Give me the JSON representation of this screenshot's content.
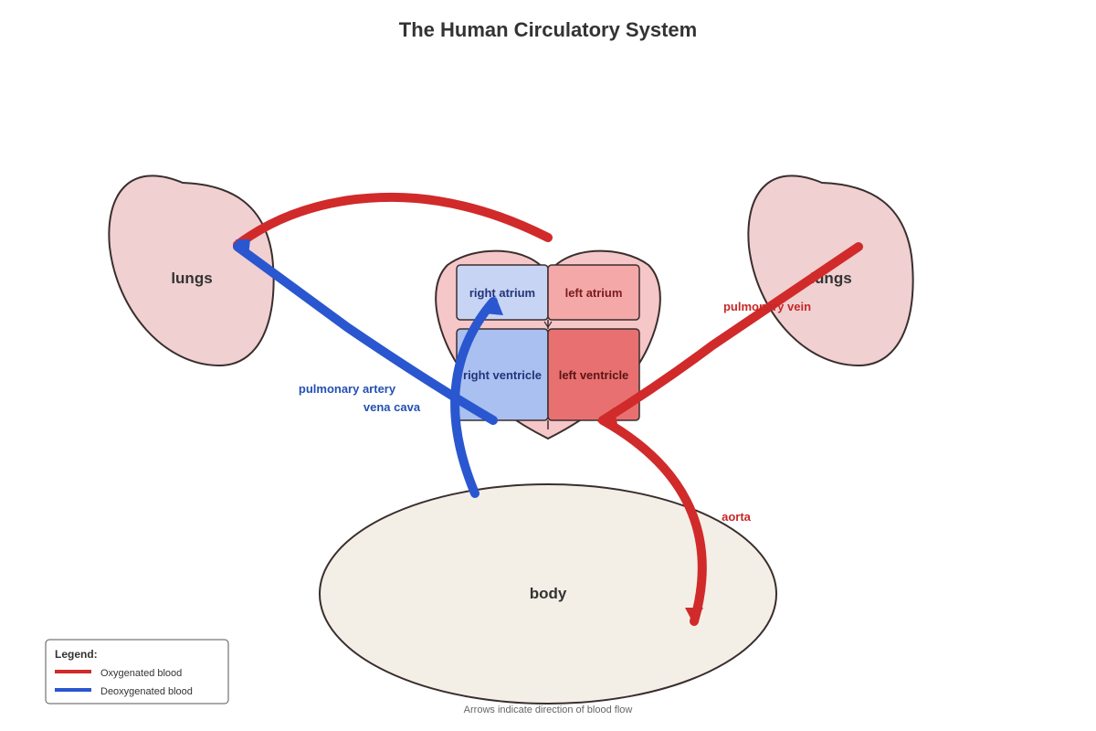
{
  "title": "The Human Circulatory System",
  "colors": {
    "oxygenated": "#d12a2a",
    "deoxygenated": "#2a57cf",
    "oxygenated_text": "#c62828",
    "deoxygenated_text": "#2450b3",
    "lung_fill": "#f0d0d1",
    "heart_fill": "#f6c7c8",
    "right_atrium_fill": "#c8d4f4",
    "left_atrium_fill": "#f4a8a8",
    "right_ventricle_fill": "#a9c0f0",
    "left_ventricle_fill": "#e87070",
    "body_fill": "#f4efe6",
    "outline": "#3a2e2e"
  },
  "organs": {
    "left_lung": "lungs",
    "right_lung": "lungs",
    "body": "body"
  },
  "heart": {
    "right_atrium": "right atrium",
    "left_atrium": "left atrium",
    "right_ventricle": "right ventricle",
    "left_ventricle": "left ventricle"
  },
  "vessels": {
    "pulmonary_artery": "pulmonary artery",
    "vena_cava": "vena cava",
    "pulmonary_vein": "pulmonary vein",
    "aorta": "aorta"
  },
  "legend": {
    "title": "Legend:",
    "oxygenated": "Oxygenated blood",
    "deoxygenated": "Deoxygenated blood"
  },
  "footnote": "Arrows indicate direction of blood flow"
}
